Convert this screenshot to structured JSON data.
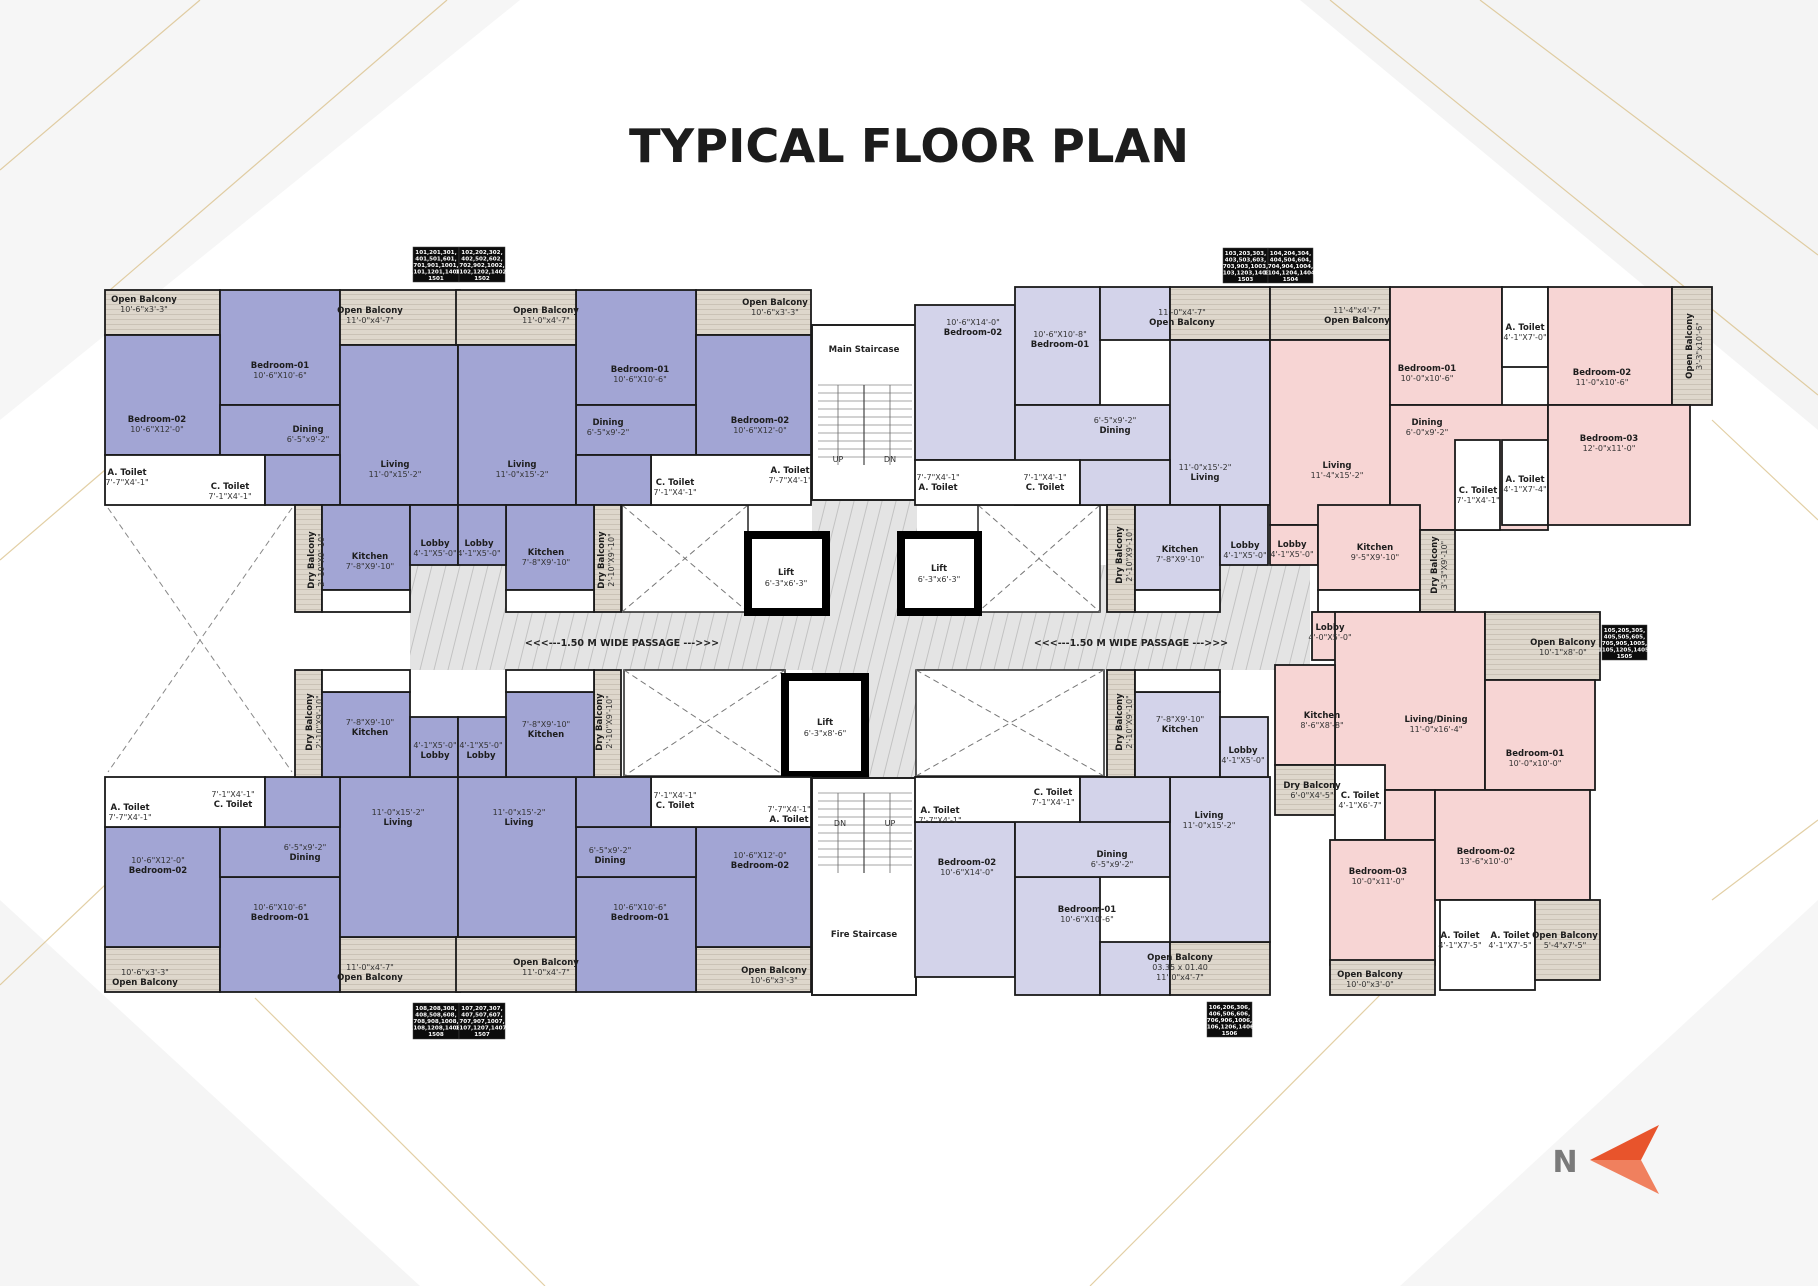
{
  "title": "TYPICAL FLOOR PLAN",
  "colors": {
    "unit_2bhk": "#a2a5d4",
    "unit_2bhk_light": "#d3d3ea",
    "unit_3bhk": "#f7d5d4",
    "balcony": "#ded7cc",
    "passage": "#e4e4e4",
    "compass_accent": "#e8542c",
    "background_lines": "#d9bf86"
  },
  "units": [
    {
      "rooms": [
        {
          "name": "Open Balcony",
          "dim": "10'-6\"x3'-3\""
        },
        {
          "name": "Bedroom-01",
          "dim": "10'-6\"X10'-6\""
        },
        {
          "name": "Open Balcony",
          "dim": "11'-0\"x4'-7\""
        },
        {
          "name": "Bedroom-02",
          "dim": "10'-6\"X12'-0\""
        },
        {
          "name": "Dining",
          "dim": "6'-5\"x9'-2\""
        },
        {
          "name": "Living",
          "dim": "11'-0\"x15'-2\""
        },
        {
          "name": "A. Toilet",
          "dim": "7'-7\"X4'-1\""
        },
        {
          "name": "C. Toilet",
          "dim": "7'-1\"X4'-1\""
        },
        {
          "name": "Kitchen",
          "dim": "7'-8\"X9'-10\""
        },
        {
          "name": "Lobby",
          "dim": "4'-1\"X5'-0\""
        },
        {
          "name": "Dry Balcony",
          "dim": "2'-10\"X9'-10\""
        }
      ]
    },
    {
      "rooms": [
        {
          "name": "Open Balcony",
          "dim": "11'-0\"x4'-7\""
        },
        {
          "name": "Bedroom-01",
          "dim": "10'-6\"X10'-6\""
        },
        {
          "name": "Open Balcony",
          "dim": "10'-6\"x3'-3\""
        },
        {
          "name": "Dining",
          "dim": "6'-5\"x9'-2\""
        },
        {
          "name": "Bedroom-02",
          "dim": "10'-6\"X12'-0\""
        },
        {
          "name": "Living",
          "dim": "11'-0\"x15'-2\""
        },
        {
          "name": "C. Toilet",
          "dim": "7'-1\"X4'-1\""
        },
        {
          "name": "A. Toilet",
          "dim": "7'-7\"X4'-1\""
        },
        {
          "name": "Lobby",
          "dim": "4'-1\"X5'-0\""
        },
        {
          "name": "Kitchen",
          "dim": "7'-8\"X9'-10\""
        },
        {
          "name": "Dry Balcony",
          "dim": "2'-10\"X9'-10\""
        }
      ]
    },
    {
      "rooms": [
        {
          "name": "Bedroom-02",
          "dim": "10'-6\"X14'-0\""
        },
        {
          "name": "Bedroom-01",
          "dim": "10'-6\"X10'-8\""
        },
        {
          "name": "Open Balcony",
          "dim": "11'-0\"x4'-7\""
        },
        {
          "name": "Dining",
          "dim": "6'-5\"x9'-2\""
        },
        {
          "name": "A. Toilet",
          "dim": "7'-7\"X4'-1\""
        },
        {
          "name": "C. Toilet",
          "dim": "7'-1\"X4'-1\""
        },
        {
          "name": "Living",
          "dim": "11'-0\"x15'-2\""
        },
        {
          "name": "Kitchen",
          "dim": "7'-8\"X9'-10\""
        },
        {
          "name": "Lobby",
          "dim": "4'-1\"X5'-0\""
        },
        {
          "name": "Dry Balcony",
          "dim": "2'-10\"X9'-10\""
        }
      ]
    },
    {
      "rooms": [
        {
          "name": "Open Balcony",
          "dim": "11'-4\"x4'-7\""
        },
        {
          "name": "Bedroom-01",
          "dim": "10'-0\"x10'-6\""
        },
        {
          "name": "A. Toilet",
          "dim": "4'-1\"X7'-0\""
        },
        {
          "name": "Bedroom-02",
          "dim": "11'-0\"x10'-6\""
        },
        {
          "name": "Open Balcony",
          "dim": "3'-3\"x10'-6\""
        },
        {
          "name": "Dining",
          "dim": "6'-0\"x9'-2\""
        },
        {
          "name": "Bedroom-03",
          "dim": "12'-0\"x11'-0\""
        },
        {
          "name": "Living",
          "dim": "11'-4\"x15'-2\""
        },
        {
          "name": "C. Toilet",
          "dim": "7'-1\"X4'-1\""
        },
        {
          "name": "A. Toilet",
          "dim": "4'-1\"X7'-4\""
        },
        {
          "name": "Lobby",
          "dim": "4'-1\"X5'-0\""
        },
        {
          "name": "Kitchen",
          "dim": "9'-5\"X9'-10\""
        },
        {
          "name": "Dry Balcony",
          "dim": "3'-3\"X9'-10\""
        }
      ]
    },
    {
      "rooms": [
        {
          "name": "Lobby",
          "dim": "4'-0\"X5'-0\""
        },
        {
          "name": "Open Balcony",
          "dim": "10'-1\"x8'-0\""
        },
        {
          "name": "Kitchen",
          "dim": "8'-6\"X8'-8\""
        },
        {
          "name": "Living/Dining",
          "dim": "11'-0\"x16'-4\""
        },
        {
          "name": "Bedroom-01",
          "dim": "10'-0\"x10'-0\""
        },
        {
          "name": "Dry Balcony",
          "dim": "6'-0\"X4'-5\""
        },
        {
          "name": "C. Toilet",
          "dim": "4'-1\"X6'-7\""
        },
        {
          "name": "Bedroom-02",
          "dim": "13'-6\"x10'-0\""
        },
        {
          "name": "Bedroom-03",
          "dim": "10'-0\"x11'-0\""
        },
        {
          "name": "A. Toilet",
          "dim": "4'-1\"X7'-5\""
        },
        {
          "name": "A. Toilet",
          "dim": "4'-1\"X7'-5\""
        },
        {
          "name": "Open Balcony",
          "dim": "5'-4\"x7'-5\""
        },
        {
          "name": "Open Balcony",
          "dim": "10'-0\"x3'-0\""
        }
      ]
    },
    {
      "rooms": [
        {
          "name": "Kitchen",
          "dim": "7'-8\"X9'-10\""
        },
        {
          "name": "Dry Balcony",
          "dim": "2'-10\"X9'-10\""
        },
        {
          "name": "Lobby",
          "dim": "4'-1\"X5'-0\""
        },
        {
          "name": "A. Toilet",
          "dim": "7'-7\"X4'-1\""
        },
        {
          "name": "C. Toilet",
          "dim": "7'-1\"X4'-1\""
        },
        {
          "name": "Living",
          "dim": "11'-0\"x15'-2\""
        },
        {
          "name": "Dining",
          "dim": "6'-5\"x9'-2\""
        },
        {
          "name": "Bedroom-02",
          "dim": "10'-6\"X14'-0\""
        },
        {
          "name": "Bedroom-01",
          "dim": "10'-6\"X10'-6\""
        },
        {
          "name": "Open Balcony",
          "dim": "03.35 x 01.40",
          "dim2": "11'-0\"x4'-7\""
        }
      ]
    },
    {
      "rooms": [
        {
          "name": "Kitchen",
          "dim": "7'-8\"X9'-10\""
        },
        {
          "name": "Dry Balcony",
          "dim": "2'-10\"X9'-10\""
        },
        {
          "name": "Lobby",
          "dim": "4'-1\"X5'-0\""
        },
        {
          "name": "C. Toilet",
          "dim": "7'-1\"X4'-1\""
        },
        {
          "name": "A. Toilet",
          "dim": "7'-7\"X4'-1\""
        },
        {
          "name": "Living",
          "dim": "11'-0\"x15'-2\""
        },
        {
          "name": "Dining",
          "dim": "6'-5\"x9'-2\""
        },
        {
          "name": "Bedroom-02",
          "dim": "10'-6\"X12'-0\""
        },
        {
          "name": "Bedroom-01",
          "dim": "10'-6\"X10'-6\""
        },
        {
          "name": "Open Balcony",
          "dim": "10'-6\"x3'-3\""
        },
        {
          "name": "Open Balcony",
          "dim": "11'-0\"x4'-7\""
        }
      ]
    },
    {
      "rooms": [
        {
          "name": "Kitchen",
          "dim": "7'-8\"X9'-10\""
        },
        {
          "name": "Dry Balcony",
          "dim": "2'-10\"X9'-10\""
        },
        {
          "name": "Lobby",
          "dim": "4'-1\"X5'-0\""
        },
        {
          "name": "Living",
          "dim": "11'-0\"x15'-2\""
        },
        {
          "name": "C. Toilet",
          "dim": "7'-1\"X4'-1\""
        },
        {
          "name": "A. Toilet",
          "dim": "7'-7\"X4'-1\""
        },
        {
          "name": "Dining",
          "dim": "6'-5\"x9'-2\""
        },
        {
          "name": "Bedroom-02",
          "dim": "10'-6\"X12'-0\""
        },
        {
          "name": "Bedroom-01",
          "dim": "10'-6\"X10'-6\""
        },
        {
          "name": "Open Balcony",
          "dim": "11'-0\"x4'-7\""
        },
        {
          "name": "Open Balcony",
          "dim": "10'-6\"x3'-3\""
        }
      ]
    }
  ],
  "core": {
    "main_staircase": "Main Staircase",
    "fire_staircase": "Fire Staircase",
    "up": "UP",
    "dn": "DN",
    "passage_label": "<<<---1.50 M  WIDE PASSAGE --->>>",
    "lifts": [
      {
        "name": "Lift",
        "dim": "6'-3\"x6'-3\""
      },
      {
        "name": "Lift",
        "dim": "6'-3\"x6'-3\""
      },
      {
        "name": "Lift",
        "dim": "6'-3\"x8'-6\""
      }
    ]
  },
  "flat_number_tags": [
    {
      "cells": [
        [
          "101,201,301,",
          "401,501,601,",
          "701,901,1001,",
          "1101,1201,1401,",
          "1501"
        ],
        [
          "102,202,302,",
          "402,502,602,",
          "702,902,1002,",
          "1102,1202,1402,",
          "1502"
        ]
      ]
    },
    {
      "cells": [
        [
          "103,203,303,",
          "403,503,603,",
          "703,903,1003,",
          "1103,1203,1403,",
          "1503"
        ],
        [
          "104,204,304,",
          "404,504,604,",
          "704,904,1004,",
          "1104,1204,1404,",
          "1504"
        ]
      ]
    },
    {
      "cells": [
        [
          "108,208,308,",
          "408,508,608,",
          "708,908,1008,",
          "1108,1208,1408,",
          "1508"
        ],
        [
          "107,207,307,",
          "407,507,607,",
          "707,907,1007,",
          "1107,1207,1407,",
          "1507"
        ]
      ]
    },
    {
      "cells": [
        [
          "106,206,306,",
          "406,506,606,",
          "706,906,1006,",
          "1106,1206,1406,",
          "1506"
        ]
      ]
    },
    {
      "cells": [
        [
          "105,205,305,",
          "405,505,605,",
          "705,905,1005,",
          "1105,1205,1405,",
          "1505"
        ]
      ]
    }
  ],
  "compass": {
    "label": "N",
    "icon": "north-arrow-icon"
  }
}
